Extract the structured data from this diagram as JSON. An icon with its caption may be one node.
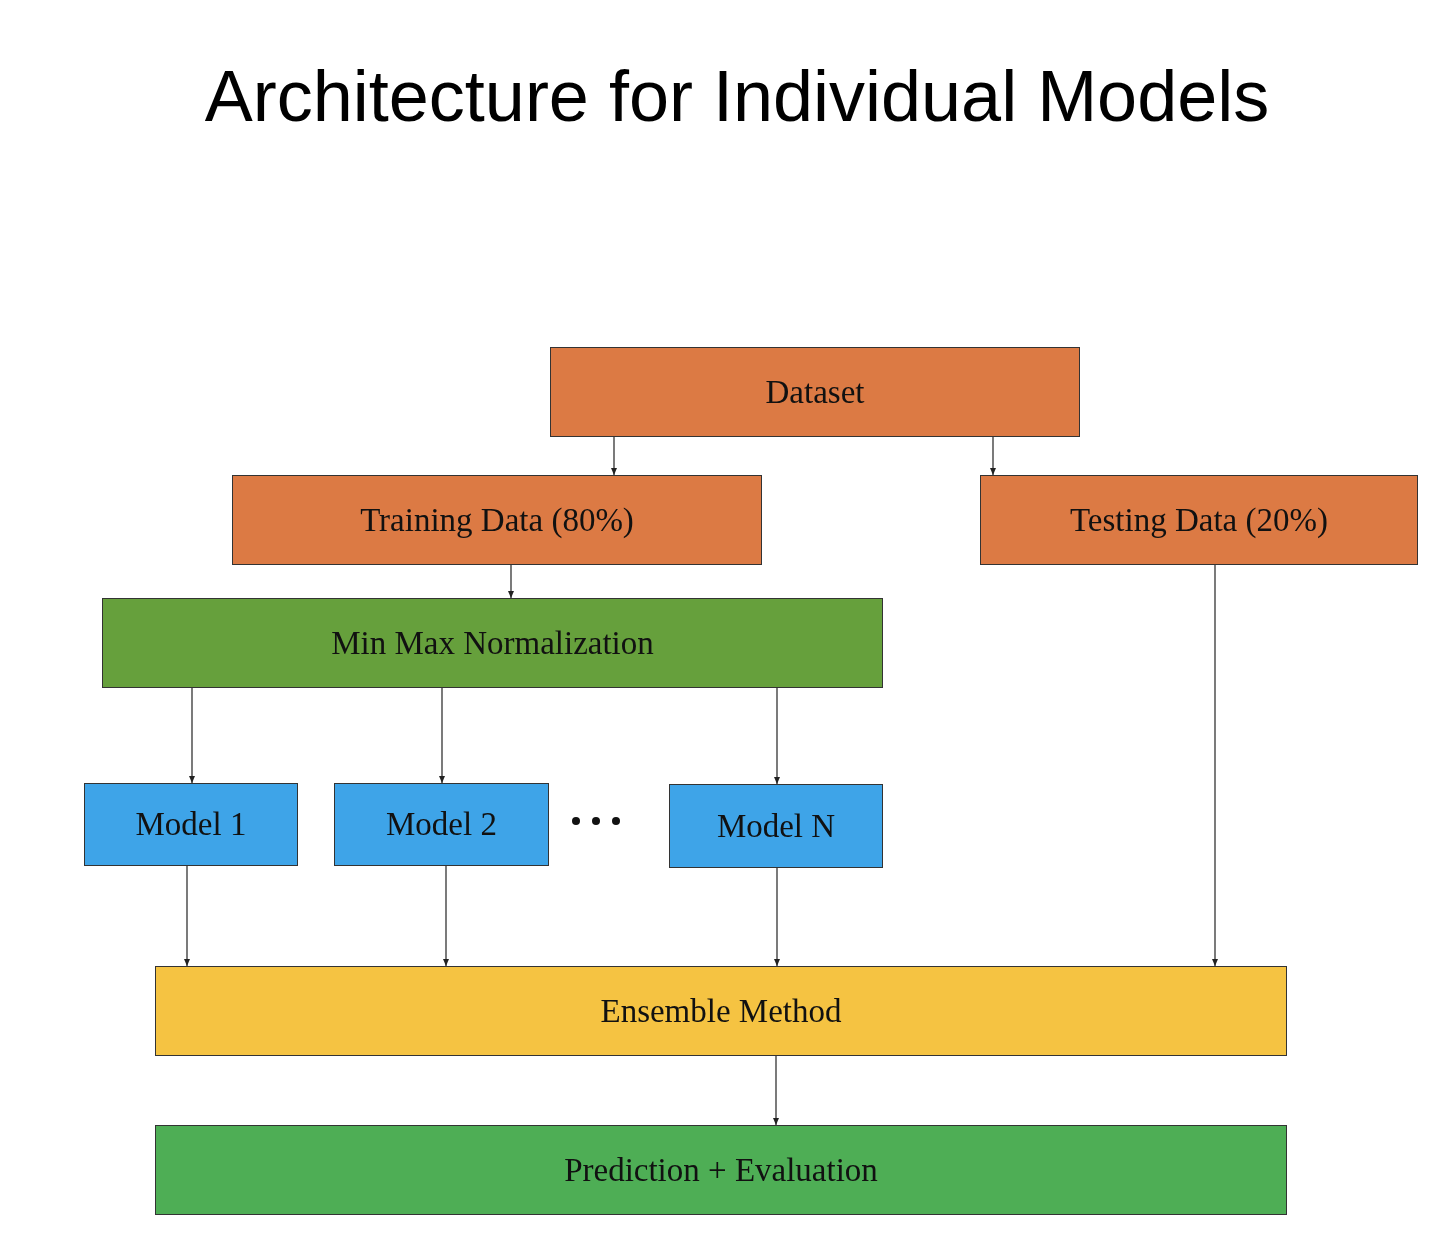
{
  "diagram": {
    "title": "Architecture for Individual Models",
    "nodes": [
      {
        "text": [
          "Dataset"
        ]
      },
      {
        "text": [
          "Training Data (80%)"
        ]
      },
      {
        "text": [
          "Testing Data (20%)"
        ]
      },
      {
        "text": [
          "Min Max Normalization"
        ]
      },
      {
        "text": [
          "Model 1"
        ]
      },
      {
        "text": [
          "Model 2"
        ]
      },
      {
        "text": [
          "Model N"
        ]
      },
      {
        "text": [
          "Ensemble Method"
        ]
      },
      {
        "text": [
          "Prediction + Evaluation"
        ]
      }
    ],
    "edges": [
      {
        "from": 0,
        "to": 1,
        "arrow": "to"
      },
      {
        "from": 0,
        "to": 2,
        "arrow": "to"
      },
      {
        "from": 1,
        "to": 3,
        "arrow": "to"
      },
      {
        "from": 3,
        "to": 4,
        "arrow": "to"
      },
      {
        "from": 3,
        "to": 5,
        "arrow": "to"
      },
      {
        "from": 3,
        "to": 6,
        "arrow": "to"
      },
      {
        "from": 4,
        "to": 7,
        "arrow": "to"
      },
      {
        "from": 5,
        "to": 7,
        "arrow": "to"
      },
      {
        "from": 6,
        "to": 7,
        "arrow": "to"
      },
      {
        "from": 2,
        "to": 7,
        "arrow": "to"
      },
      {
        "from": 7,
        "to": 8,
        "arrow": "to"
      }
    ]
  }
}
